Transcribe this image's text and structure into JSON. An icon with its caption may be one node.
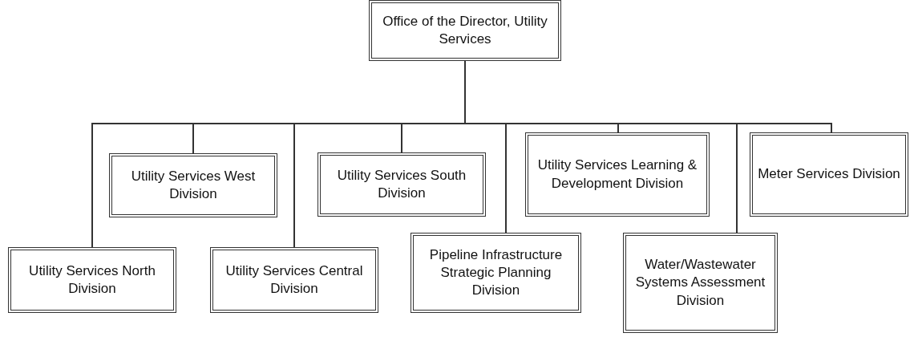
{
  "diagram": {
    "nodes": [
      {
        "text": [
          "Office of the Director, Utility Services"
        ]
      },
      {
        "text": [
          "Utility Services North Division"
        ]
      },
      {
        "text": [
          "Utility Services West Division"
        ]
      },
      {
        "text": [
          "Utility Services Central Division"
        ]
      },
      {
        "text": [
          "Utility Services South Division"
        ]
      },
      {
        "text": [
          "Pipeline Infrastructure Strategic Planning Division"
        ]
      },
      {
        "text": [
          "Utility Services Learning & Development Division"
        ]
      },
      {
        "text": [
          "Water/Wastewater Systems Assessment Division"
        ]
      },
      {
        "text": [
          "Meter Services Division"
        ]
      }
    ],
    "edges": [
      {
        "from": 0,
        "to": 1,
        "arrow": "none"
      },
      {
        "from": 0,
        "to": 2,
        "arrow": "none"
      },
      {
        "from": 0,
        "to": 3,
        "arrow": "none"
      },
      {
        "from": 0,
        "to": 4,
        "arrow": "none"
      },
      {
        "from": 0,
        "to": 5,
        "arrow": "none"
      },
      {
        "from": 0,
        "to": 6,
        "arrow": "none"
      },
      {
        "from": 0,
        "to": 7,
        "arrow": "none"
      },
      {
        "from": 0,
        "to": 8,
        "arrow": "none"
      }
    ]
  }
}
